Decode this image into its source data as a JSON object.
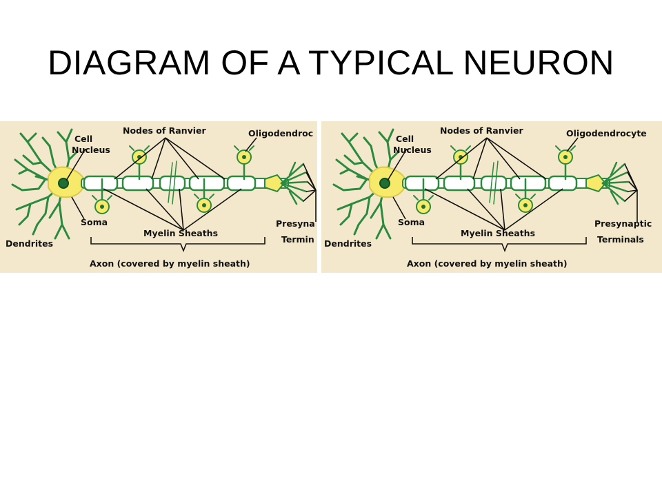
{
  "title": "DIAGRAM OF A TYPICAL NEURON",
  "colors": {
    "panel_bg": "#f3e8cc",
    "dendrite": "#2a8a3e",
    "soma": "#f7ea6a",
    "nucleus": "#1f6f35",
    "axon_fill": "#ffffff",
    "axon_stroke": "#2a8a3e"
  },
  "left_panel": {
    "cell_nucleus": [
      "Cell",
      "Nucleus"
    ],
    "nodes_of_ranvier": "Nodes of Ranvier",
    "oligodendrocyte": "Oligodendroc",
    "soma": "Soma",
    "myelin_sheaths": "Myelin Sheaths",
    "presynaptic_terminals": [
      "Presyna",
      "Termin"
    ],
    "dendrites": "Dendrites",
    "axon": "Axon (covered by myelin sheath)"
  },
  "right_panel": {
    "cell_nucleus": [
      "Cell",
      "Nucleus"
    ],
    "nodes_of_ranvier": "Nodes of Ranvier",
    "oligodendrocyte": "Oligodendrocyte",
    "soma": "Soma",
    "myelin_sheaths": "Myelin Sheaths",
    "presynaptic_terminals": [
      "Presynaptic",
      "Terminals"
    ],
    "dendrites": "Dendrites",
    "axon": "Axon (covered by myelin sheath)"
  }
}
